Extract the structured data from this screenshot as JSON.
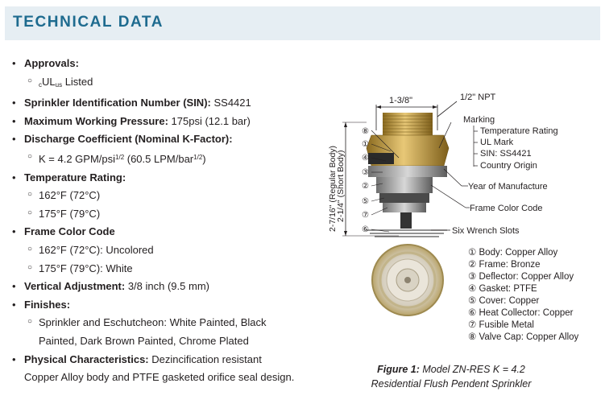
{
  "header": {
    "title": "TECHNICAL DATA"
  },
  "specs": {
    "approvals_label": "Approvals:",
    "approvals_ul_c": "c",
    "approvals_ul_main": "UL",
    "approvals_ul_us": "us",
    "approvals_ul_suffix": " Listed",
    "sin_label": "Sprinkler Identification Number (SIN):",
    "sin_value": " SS4421",
    "pressure_label": "Maximum Working Pressure:",
    "pressure_value": " 175psi (12.1 bar)",
    "k_label": "Discharge Coefficient (Nominal K-Factor):",
    "k_text1": "K = 4.2 GPM/psi",
    "k_sup1": "1/2",
    "k_text2": " (60.5 LPM/bar",
    "k_sup2": "1/2",
    "k_text3": ")",
    "temp_label": "Temperature Rating:",
    "temp_1": "162°F (72°C)",
    "temp_2": "175°F (79°C)",
    "frame_label": "Frame Color Code",
    "frame_1": "162°F (72°C): Uncolored",
    "frame_2": "175°F (79°C): White",
    "vertical_label": "Vertical Adjustment:",
    "vertical_value": " 3/8 inch (9.5 mm)",
    "finishes_label": "Finishes:",
    "finishes_1a": "Sprinkler and Eschutcheon: White Painted, Black",
    "finishes_1b": "Painted, Dark Brown Painted, Chrome Plated",
    "phys_label": "Physical Characteristics:",
    "phys_value": " Dezincification resistant",
    "phys_value2": "Copper Alloy body and PTFE gasketed orifice seal design."
  },
  "diagram": {
    "dim_width": "1-3/8\"",
    "dim_npt": "1/2\" NPT",
    "dim_height_regular": "2-7/16\" (Regular Body)",
    "dim_height_short": "2-1/4\" (Short Body)",
    "marking_title": "Marking",
    "marking_items": [
      "Temperature Rating",
      "UL Mark",
      "SIN: SS4421",
      "Country Origin"
    ],
    "year_label": "Year of Manufacture",
    "frame_color_label": "Frame Color Code",
    "wrench_label": "Six Wrench Slots",
    "side_numbers": [
      "⑧",
      "①",
      "④",
      "③",
      "②",
      "⑤",
      "⑦",
      "⑥"
    ],
    "parts": [
      "① Body: Copper Alloy",
      "② Frame: Bronze",
      "③ Deflector: Copper Alloy",
      "④ Gasket: PTFE",
      "⑤ Cover: Copper",
      "⑥ Heat Collector: Copper",
      "⑦ Fusible Metal",
      "⑧ Valve Cap: Copper Alloy"
    ]
  },
  "caption": {
    "bold": "Figure 1:",
    "line1_rest": " Model ZN-RES K = 4.2",
    "line2": "Residential Flush Pendent Sprinkler"
  },
  "colors": {
    "header_text": "#1e6b8f",
    "header_band": "#e6eef3",
    "brass": "#c9a24a"
  }
}
